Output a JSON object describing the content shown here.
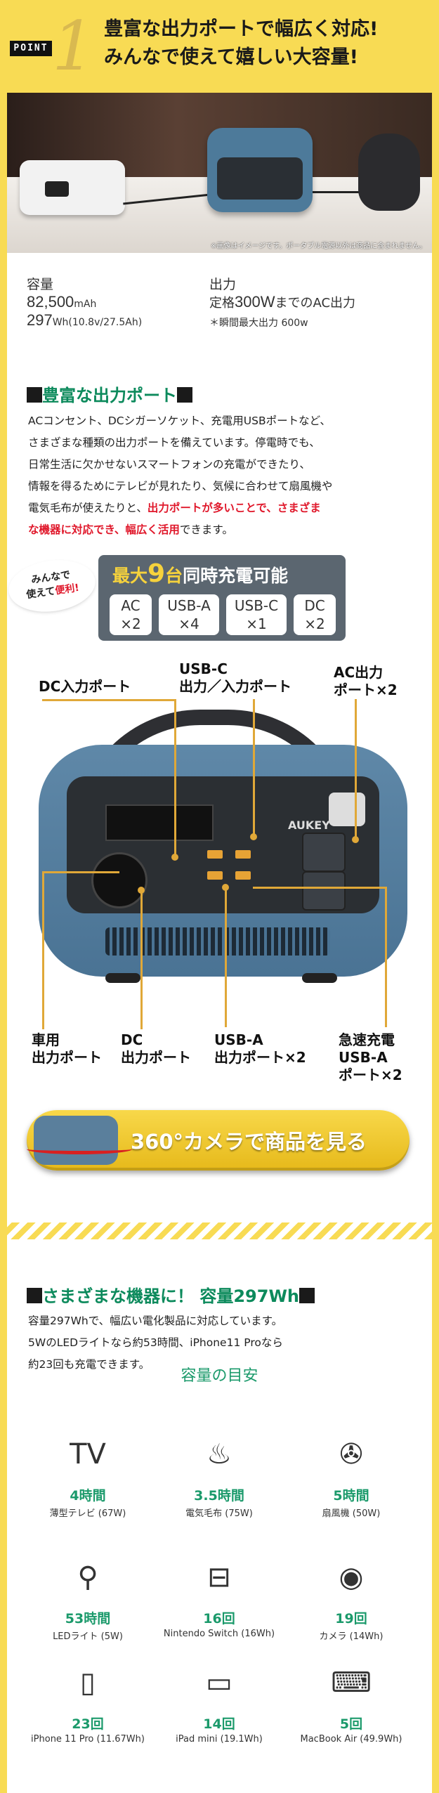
{
  "header": {
    "point_badge": "POINT",
    "point_number": "1",
    "title_line1": "豊富な出力ポートで幅広く対応!",
    "title_line2": "みんなで使えて嬉しい大容量!"
  },
  "photo": {
    "note": "※画像はイメージです。ポータブル電源以外は商品に含まれません。"
  },
  "capacity": {
    "label": "容量",
    "mah_value": "82,500",
    "mah_unit": "mAh",
    "wh_value": "297",
    "wh_unit": "Wh(10.8v/27.5Ah)",
    "output_label": "出力",
    "output_prefix": "定格",
    "output_value": "300W",
    "output_suffix": "までのAC出力",
    "output_peak": "＊瞬間最大出力 600w"
  },
  "ports_section": {
    "heading": "豊富な出力ポート",
    "p1": "ACコンセント、DCシガーソケット、充電用USBポートなど、",
    "p2": "さまざまな種類の出力ポートを備えています。停電時でも、",
    "p3": "日常生活に欠かせないスマートフォンの充電ができたり、",
    "p4": "情報を得るためにテレビが見れたり、気候に合わせて扇風機や",
    "p5_normal": "電気毛布が使えたりと、",
    "p5_red": "出力ポートが多いことで、さまざま",
    "p6_red": "な機器に対応でき、幅広く活用",
    "p6_normal": "できます。"
  },
  "charge": {
    "bubble_line1": "みんなで",
    "bubble_line2a": "使えて",
    "bubble_line2b": "便利!",
    "title_prefix": "最大",
    "title_num": "9",
    "title_unit": "台",
    "title_suffix": "同時充電可能",
    "ports": [
      {
        "name": "AC",
        "count": "×2"
      },
      {
        "name": "USB-A",
        "count": "×4"
      },
      {
        "name": "USB-C",
        "count": "×1"
      },
      {
        "name": "DC",
        "count": "×2"
      }
    ]
  },
  "diagram": {
    "dc_in": "DC入力ポート",
    "usbc_line1": "USB-C",
    "usbc_line2": "出力／入力ポート",
    "ac_line1": "AC出力",
    "ac_line2": "ポート×2",
    "car_line1": "車用",
    "car_line2": "出力ポート",
    "dc_line1": "DC",
    "dc_line2": "出力ポート",
    "usba_line1": "USB-A",
    "usba_line2": "出力ポート×2",
    "fast_line1": "急速充電",
    "fast_line2": "USB-A",
    "fast_line3": "ポート×2",
    "brand": "AUKEY"
  },
  "button360": {
    "label": "360°カメラで商品を見る"
  },
  "capacity_section": {
    "heading": "さまざまな機器に！ 容量297Wh",
    "p1": "容量297Whで、幅広い電化製品に対応しています。",
    "p2": "5WのLEDライトなら約53時間、iPhone11 Proなら",
    "p3": "約23回も充電できます。",
    "guide_title": "容量の目安"
  },
  "devices": [
    {
      "icon": "tv-icon",
      "glyph": "TV",
      "value": "4時間",
      "name": "薄型テレビ (67W)"
    },
    {
      "icon": "electric-blanket-icon",
      "glyph": "♨",
      "value": "3.5時間",
      "name": "電気毛布 (75W)"
    },
    {
      "icon": "fan-icon",
      "glyph": "✇",
      "value": "5時間",
      "name": "扇風機 (50W)"
    },
    {
      "icon": "led-lamp-icon",
      "glyph": "⚲",
      "value": "53時間",
      "name": "LEDライト (5W)"
    },
    {
      "icon": "game-console-icon",
      "glyph": "⊟",
      "value": "16回",
      "name": "Nintendo Switch (16Wh)"
    },
    {
      "icon": "camera-icon",
      "glyph": "◉",
      "value": "19回",
      "name": "カメラ (14Wh)"
    },
    {
      "icon": "smartphone-icon",
      "glyph": "▯",
      "value": "23回",
      "name": "iPhone 11 Pro (11.67Wh)"
    },
    {
      "icon": "tablet-icon",
      "glyph": "▭",
      "value": "14回",
      "name": "iPad mini (19.1Wh)"
    },
    {
      "icon": "laptop-icon",
      "glyph": "⌨",
      "value": "5回",
      "name": "MacBook Air (49.9Wh)"
    }
  ]
}
